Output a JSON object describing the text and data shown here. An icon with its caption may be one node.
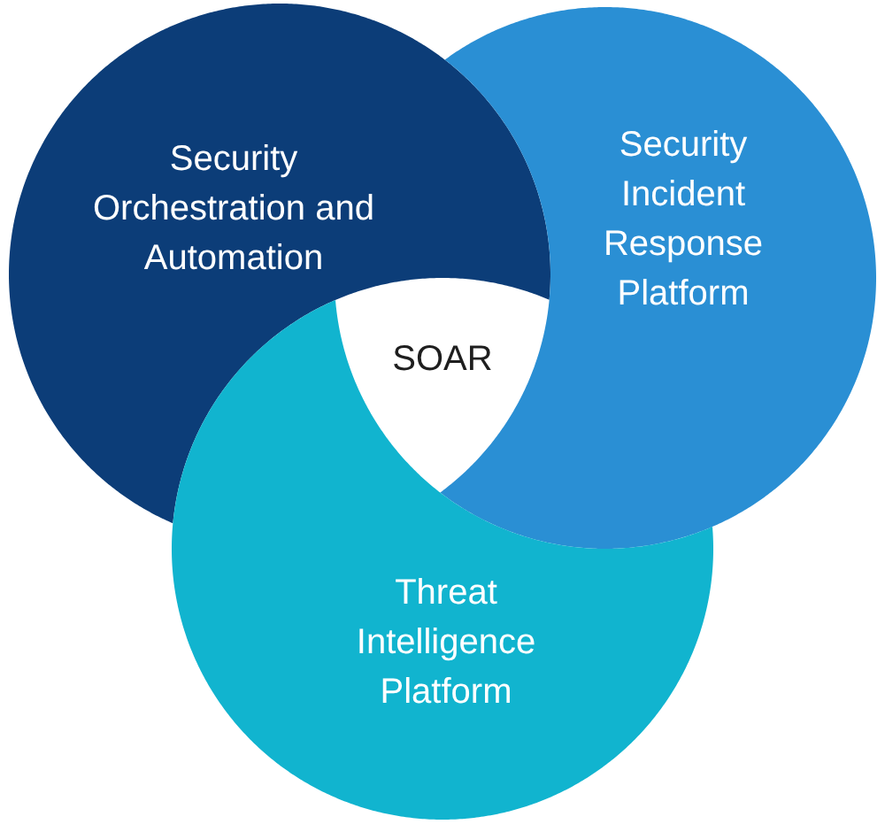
{
  "diagram": {
    "nodes": [
      {
        "text": [
          "Security Orchestration and Automation"
        ]
      },
      {
        "text": [
          "Security Incident Response Platform"
        ]
      },
      {
        "text": [
          "Threat Intelligence Platform"
        ]
      },
      {
        "text": [
          "SOAR"
        ]
      }
    ]
  }
}
